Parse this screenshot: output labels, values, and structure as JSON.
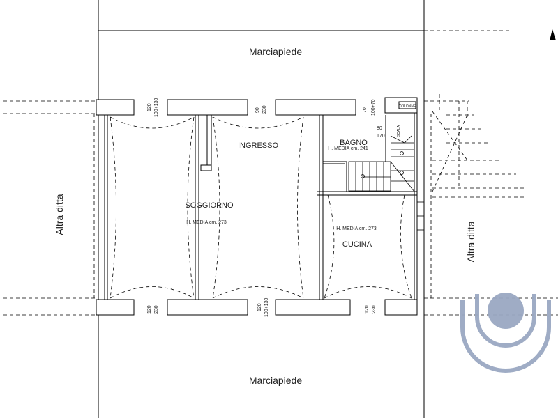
{
  "labels": {
    "street_top": "Marciapiede",
    "street_bottom": "Marciapiede",
    "neighbor_left": "Altra ditta",
    "neighbor_right": "Altra ditta",
    "room_ingresso": "INGRESSO",
    "room_soggiorno": "SOGGIORNO",
    "room_soggiorno_height": "H. MEDIA cm. 273",
    "room_bagno": "BAGNO",
    "room_bagno_height": "H. MEDIA cm. 241",
    "room_cucina": "CUCINA",
    "room_cucina_height": "H. MEDIA cm. 273",
    "stair_label": "SCALA",
    "corner_box": "COLONNE"
  },
  "dimensions": {
    "top_win1": [
      "120",
      "100+130"
    ],
    "top_door": [
      "90",
      "230"
    ],
    "top_win2": [
      "70",
      "100+70"
    ],
    "bagno_small": [
      "80",
      "170"
    ],
    "bottom_win1": [
      "120",
      "230"
    ],
    "bottom_win2": [
      "120",
      "100+130"
    ],
    "bottom_win3": [
      "120",
      "230"
    ]
  },
  "colors": {
    "lines": "#000000",
    "logo": "#9aa8c2"
  }
}
